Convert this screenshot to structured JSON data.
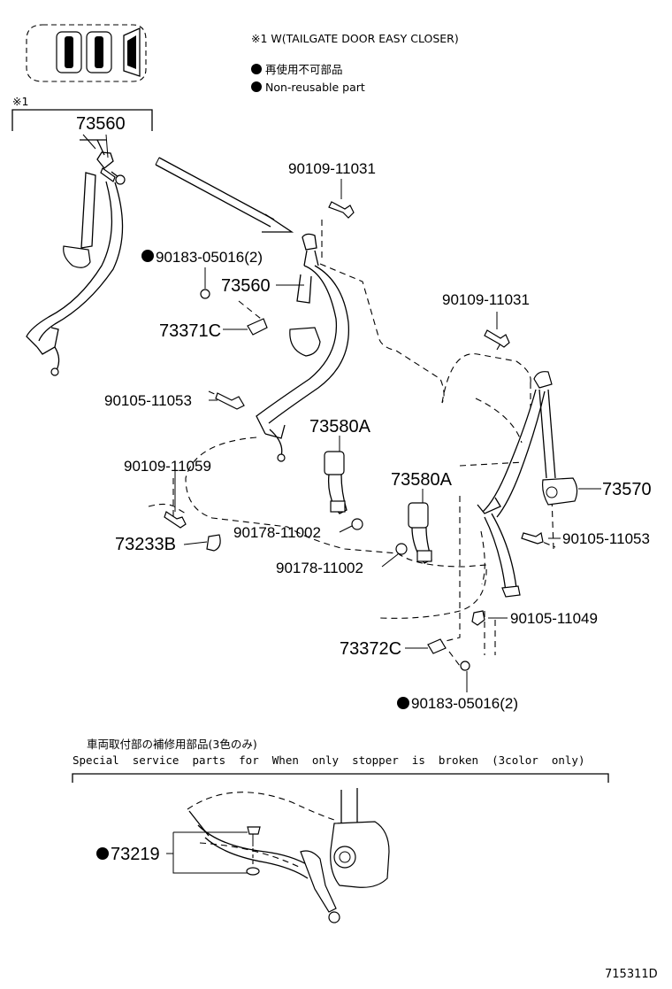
{
  "header": {
    "note_w": "※1 W(TAILGATE DOOR EASY CLOSER)",
    "legend_jp": "再使用不可部品",
    "legend_en": "Non-reusable part",
    "ref_mark": "※1"
  },
  "callouts": [
    {
      "id": "c1",
      "label": "73560"
    },
    {
      "id": "c2",
      "label": "90109-11031"
    },
    {
      "id": "c3",
      "label": "90183-05016(2)"
    },
    {
      "id": "c4",
      "label": "73560"
    },
    {
      "id": "c5",
      "label": "73371C"
    },
    {
      "id": "c6",
      "label": "90109-11031"
    },
    {
      "id": "c7",
      "label": "90105-11053"
    },
    {
      "id": "c8",
      "label": "73580A"
    },
    {
      "id": "c9",
      "label": "90109-11059"
    },
    {
      "id": "c10",
      "label": "73580A"
    },
    {
      "id": "c11",
      "label": "73570"
    },
    {
      "id": "c12",
      "label": "73233B"
    },
    {
      "id": "c13",
      "label": "90178-11002"
    },
    {
      "id": "c14",
      "label": "90105-11053"
    },
    {
      "id": "c15",
      "label": "90178-11002"
    },
    {
      "id": "c16",
      "label": "90105-11049"
    },
    {
      "id": "c17",
      "label": "73372C"
    },
    {
      "id": "c18",
      "label": "90183-05016(2)"
    },
    {
      "id": "c19",
      "label": "73219"
    }
  ],
  "service_note": {
    "jp": "車両取付部の補修用部品(3色のみ)",
    "en": "Special  service  parts  for  When  only  stopper  is  broken  (3color  only)"
  },
  "diagram_id": "715311D"
}
